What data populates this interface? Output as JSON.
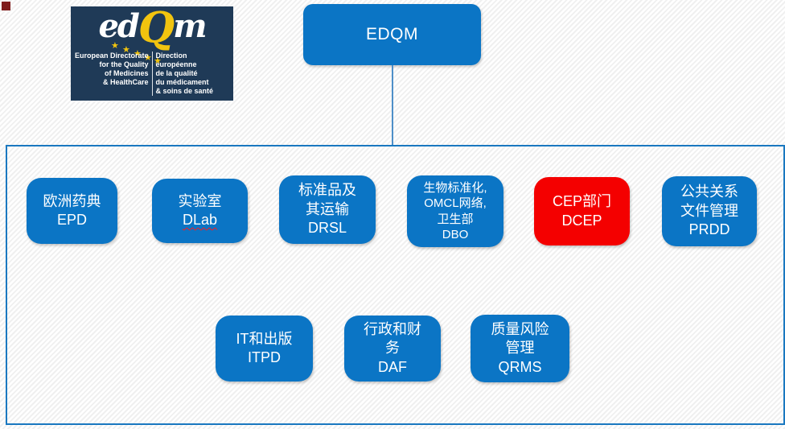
{
  "slide": {
    "corner_marker_color": "#7f1d1d",
    "accent_blue": "#0b75c5",
    "accent_red": "#f40000",
    "container_border_color": "#1a78c0",
    "connector_color": "#4e8fc8",
    "stripe_color": "#f0f0f0"
  },
  "logo": {
    "script_ed": "ed",
    "script_q": "Q",
    "script_m": "m",
    "star_glyph": "★",
    "star_color": "#f2c40f",
    "background_color": "#1f3a57",
    "en_lines": [
      "European Directorate",
      "for the Quality",
      "of Medicines",
      "& HealthCare"
    ],
    "fr_lines": [
      "Direction européenne",
      "de la qualité",
      "du médicament",
      "& soins de santé"
    ]
  },
  "root": {
    "label": "EDQM"
  },
  "row1": [
    {
      "id": "epd",
      "color": "#0b75c5",
      "lines": [
        "欧洲药典",
        "EPD"
      ]
    },
    {
      "id": "dlab",
      "color": "#0b75c5",
      "lines": [
        "实验室",
        "DLab"
      ],
      "spellcheck_underline": true
    },
    {
      "id": "drsl",
      "color": "#0b75c5",
      "lines": [
        "标准品及",
        "其运输",
        "DRSL"
      ]
    },
    {
      "id": "dbo",
      "color": "#0b75c5",
      "lines": [
        "生物标准化,",
        "OMCL网络,",
        "卫生部",
        "DBO"
      ]
    },
    {
      "id": "dcep",
      "color": "#f40000",
      "lines": [
        "CEP部门",
        "DCEP"
      ]
    },
    {
      "id": "prdd",
      "color": "#0b75c5",
      "lines": [
        "公共关系",
        "文件管理",
        "PRDD"
      ]
    }
  ],
  "row2": [
    {
      "id": "itpd",
      "color": "#0b75c5",
      "lines": [
        "IT和出版",
        "ITPD"
      ]
    },
    {
      "id": "daf",
      "color": "#0b75c5",
      "lines": [
        "行政和财",
        "务",
        "DAF"
      ]
    },
    {
      "id": "qrms",
      "color": "#0b75c5",
      "lines": [
        "质量风险",
        "管理",
        "QRMS"
      ]
    }
  ]
}
